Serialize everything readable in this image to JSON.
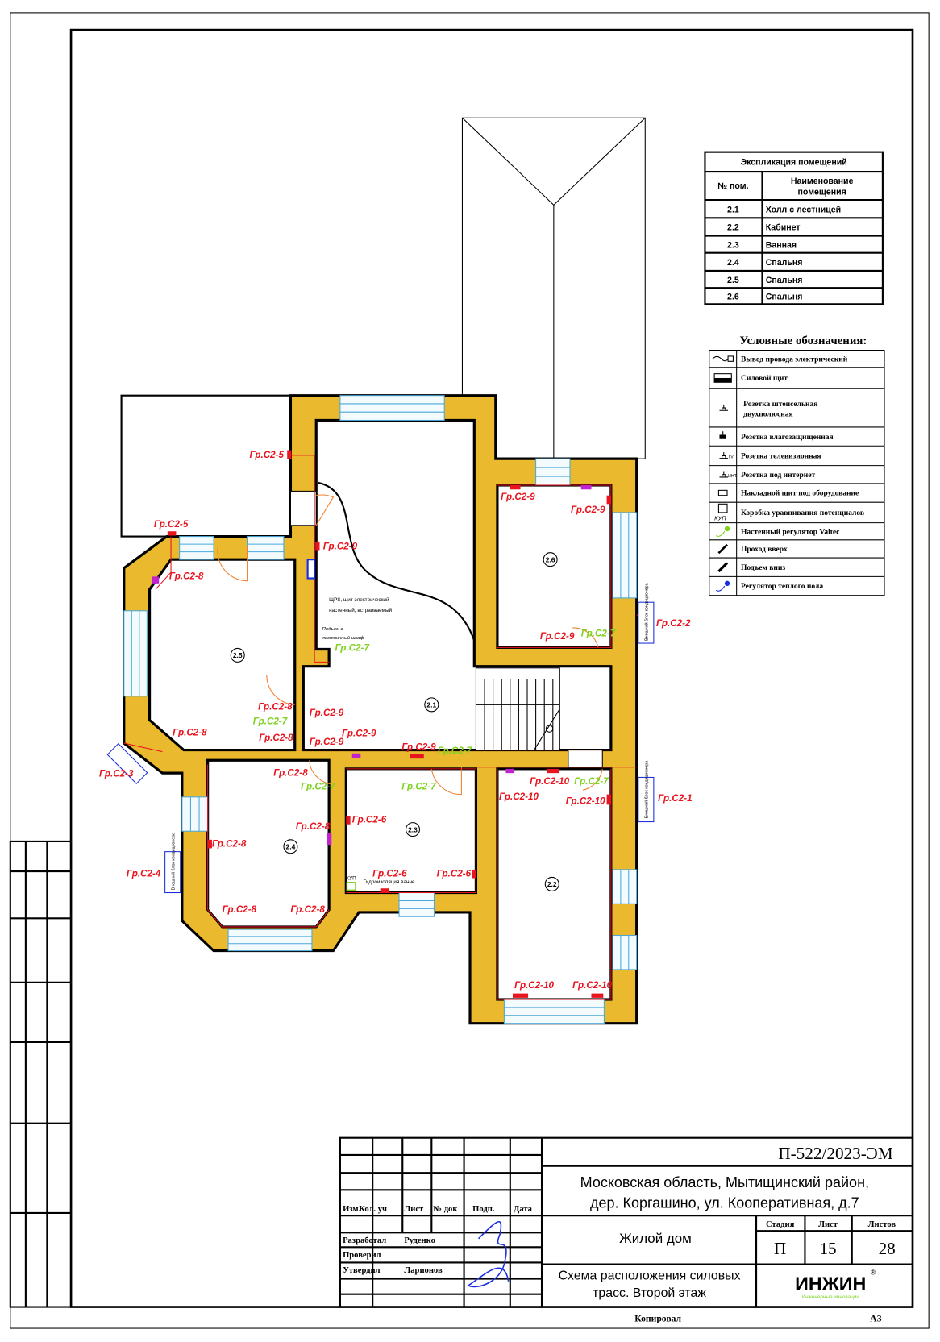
{
  "explication": {
    "title": "Экспликация помещений",
    "col_num": "№ пом.",
    "col_name_1": "Наименование",
    "col_name_2": "помещения",
    "rows": [
      {
        "num": "2.1",
        "name": "Холл с лестницей"
      },
      {
        "num": "2.2",
        "name": "Кабинет"
      },
      {
        "num": "2.3",
        "name": "Ванная"
      },
      {
        "num": "2.4",
        "name": "Спальня"
      },
      {
        "num": "2.5",
        "name": "Спальня"
      },
      {
        "num": "2.6",
        "name": "Спальня"
      }
    ]
  },
  "legend": {
    "title": "Условные обозначения:",
    "items": [
      {
        "icon": "wire-outlet-icon",
        "label": "Вывод провода электрический"
      },
      {
        "icon": "power-panel-icon",
        "label": "Силовой щит"
      },
      {
        "icon": "socket-icon",
        "label": "Розетка штепсельная",
        "label2": "двухполюсная"
      },
      {
        "icon": "waterproof-socket-icon",
        "label": "Розетка влагозащищенная"
      },
      {
        "icon": "tv-socket-icon",
        "label": "Розетка телевизионная",
        "tag": "TV"
      },
      {
        "icon": "internet-socket-icon",
        "label": "Розетка под интернет",
        "tag": "ИНТ"
      },
      {
        "icon": "equipment-panel-icon",
        "label": "Накладной щит под оборудование"
      },
      {
        "icon": "potential-box-icon",
        "label": "Коробка уравнивания потенциалов",
        "tag": "КУП"
      },
      {
        "icon": "valtec-regulator-icon",
        "label": "Настенный регулятор Valtec"
      },
      {
        "icon": "floor-pass-icon",
        "label": "Проход вверх"
      },
      {
        "icon": "riser-icon",
        "label": "Подъем вниз"
      },
      {
        "icon": "floor-heating-regulator-icon",
        "label": "Регулятор теплого пола"
      }
    ]
  },
  "plan": {
    "rooms": [
      "2.1",
      "2.2",
      "2.3",
      "2.4",
      "2.5",
      "2.6"
    ],
    "labels_red": [
      "Гр.С2-5",
      "Гр.С2-5",
      "Гр.С2-8",
      "Гр.С2-9",
      "Гр.С2-8",
      "Гр.С2-8",
      "Гр.С2-9",
      "Гр.С2-8",
      "Гр.С2-9",
      "Гр.С2-9",
      "Гр.С2-9",
      "Гр.С2-8",
      "Гр.С2-3",
      "Гр.С2-9",
      "Гр.С2-9",
      "Гр.С2-9",
      "Гр.С2-2",
      "Гр.С2-1",
      "Гр.С2-10",
      "Гр.С2-10",
      "Гр.С2-10",
      "Гр.С2-6",
      "Гр.С2-8",
      "Гр.С2-8",
      "Гр.С2-4",
      "Гр.С2-6",
      "Гр.С2-6",
      "Гр.С2-8",
      "Гр.С2-8",
      "Гр.С2-10",
      "Гр.С2-10"
    ],
    "labels_green": [
      "Гр.С2-7",
      "Гр.С2-7",
      "Гр.С2-7",
      "Гр.С2-7",
      "Гр.С2-7",
      "Гр.С2-7",
      "Гр.С2-7"
    ],
    "panel_note_1": "ЩРS, щит электрический",
    "panel_note_2": "настенный, встраиваемый",
    "riser_note_1": "Подъем в",
    "riser_note_2": "лестничный шкаф",
    "bath_note": "Гидроизоляция ванне",
    "kup_tag": "КУП",
    "outdoor_unit": "Внешний блок кондиционера"
  },
  "title_block": {
    "doc_code": "П-522/2023-ЭМ",
    "address_1": "Московская область, Мытищинский район,",
    "address_2": "дер. Коргашино, ул. Кооперативная, д.7",
    "object": "Жилой дом",
    "sheet_title_1": "Схема расположения силовых",
    "sheet_title_2": "трасс. Второй этаж",
    "headers": [
      "Изм.",
      "Кол. уч",
      "Лист",
      "№ док",
      "Подп.",
      "Дата"
    ],
    "roles": [
      {
        "role": "Разработал",
        "name": "Руденко"
      },
      {
        "role": "Проверил",
        "name": ""
      },
      {
        "role": "Утвердил",
        "name": "Ларионов"
      }
    ],
    "stage_label": "Стадия",
    "sheet_label": "Лист",
    "sheets_label": "Листов",
    "stage": "П",
    "sheet": "15",
    "sheets": "28",
    "logo": "ИНЖИН",
    "logo_sub": "Инженерные инновации",
    "copied": "Копировал",
    "format": "А3"
  },
  "colors": {
    "wall": "#eab92e",
    "wire": "#e8141e",
    "valtec": "#7ed321",
    "window": "#4aa8d8"
  }
}
